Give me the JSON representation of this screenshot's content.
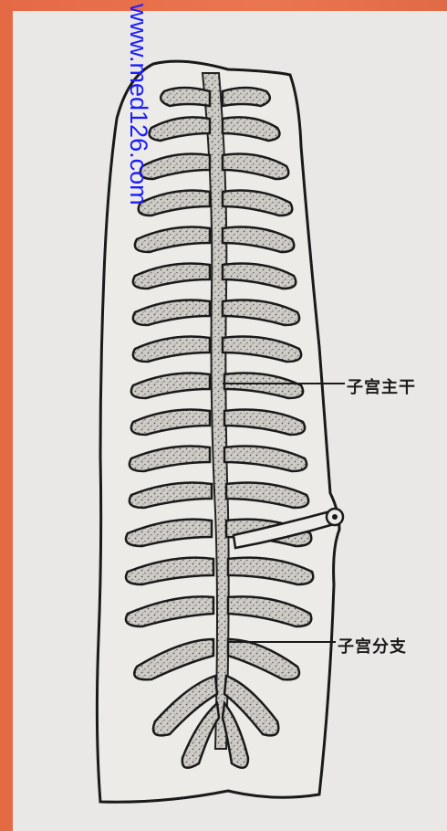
{
  "labels": {
    "uterus_trunk": "子宫主干",
    "uterus_branch": "子宫分支"
  },
  "watermark": "www.med126.com",
  "colors": {
    "frame": "#e8663f",
    "paper": "#e9e8e6",
    "ink": "#1a1a1a",
    "watermark": "#1c1cff"
  }
}
